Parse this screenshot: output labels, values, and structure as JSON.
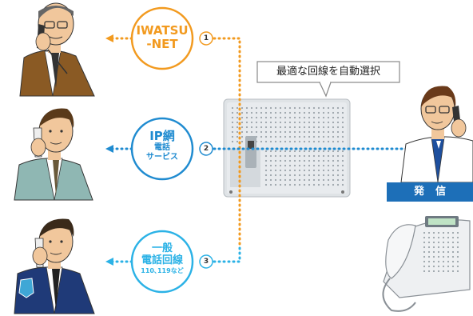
{
  "callout": {
    "text": "最適な回線を自動選択"
  },
  "routes": [
    {
      "num": "1",
      "line1": "IWATSU",
      "line2": "-NET",
      "line3": "",
      "color": "#f29a1f"
    },
    {
      "num": "2",
      "line1": "IP網",
      "line2": "電話",
      "line3": "サービス",
      "color": "#1f8bd0"
    },
    {
      "num": "3",
      "line1": "一般",
      "line2": "電話回線",
      "line3": "110､119など",
      "color": "#2bb2e6"
    }
  ],
  "caller_label": "発信"
}
